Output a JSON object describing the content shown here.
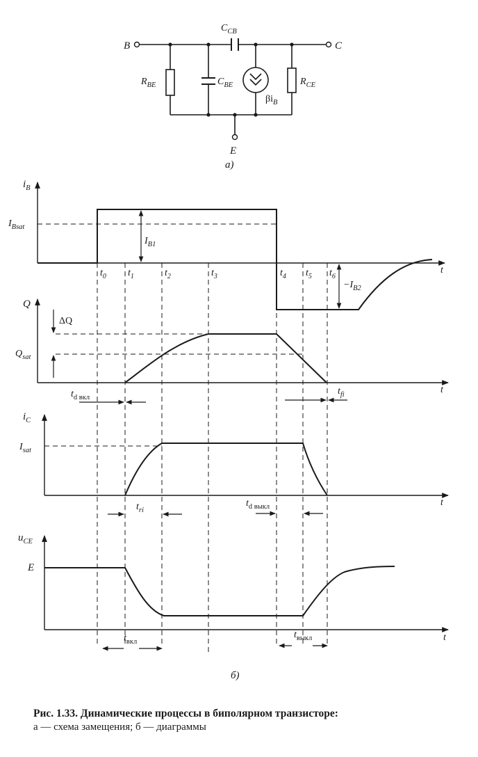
{
  "circuit": {
    "node_b": "B",
    "node_c": "C",
    "node_e": "E",
    "r_be": {
      "main": "R",
      "sub": "BE"
    },
    "c_be": {
      "main": "C",
      "sub": "BE"
    },
    "c_cb": {
      "main": "C",
      "sub": "CB"
    },
    "r_ce": {
      "main": "R",
      "sub": "CE"
    },
    "source": {
      "main": "βi",
      "sub": "B"
    },
    "part_label": "а)"
  },
  "plots": {
    "ib": {
      "axis": {
        "main": "i",
        "sub": "B"
      },
      "t_axis": "t",
      "level_sat": {
        "main": "I",
        "sub": "Bsat"
      },
      "level_b1": {
        "main": "I",
        "sub": "B1"
      },
      "level_b2": {
        "main": "−I",
        "sub": "B2"
      },
      "ticks": [
        {
          "main": "t",
          "sub": "0"
        },
        {
          "main": "t",
          "sub": "1"
        },
        {
          "main": "t",
          "sub": "2"
        },
        {
          "main": "t",
          "sub": "3"
        },
        {
          "main": "t",
          "sub": "4"
        },
        {
          "main": "t",
          "sub": "5"
        },
        {
          "main": "t",
          "sub": "6"
        }
      ]
    },
    "q": {
      "axis": "Q",
      "t_axis": "t",
      "delta": "ΔQ",
      "level_sat": {
        "main": "Q",
        "sub": "sat"
      },
      "t_d_on": {
        "main": "t",
        "sub": "d вкл"
      },
      "t_fi": {
        "main": "t",
        "sub": "fi"
      }
    },
    "ic": {
      "axis": {
        "main": "i",
        "sub": "C"
      },
      "t_axis": "t",
      "level_sat": {
        "main": "I",
        "sub": "sat"
      },
      "t_ri": {
        "main": "t",
        "sub": "ri"
      },
      "t_d_off": {
        "main": "t",
        "sub": "d выкл"
      }
    },
    "uce": {
      "axis": {
        "main": "u",
        "sub": "CE"
      },
      "t_axis": "t",
      "level_e": "E",
      "t_on": {
        "main": "t",
        "sub": "вкл"
      },
      "t_off": {
        "main": "t",
        "sub": "выкл"
      }
    },
    "part_label": "б)"
  },
  "caption": {
    "title": "Рис. 1.33. Динамические процессы в биполярном транзисторе:",
    "subtitle": "а — схема замещения; б — диаграммы"
  }
}
